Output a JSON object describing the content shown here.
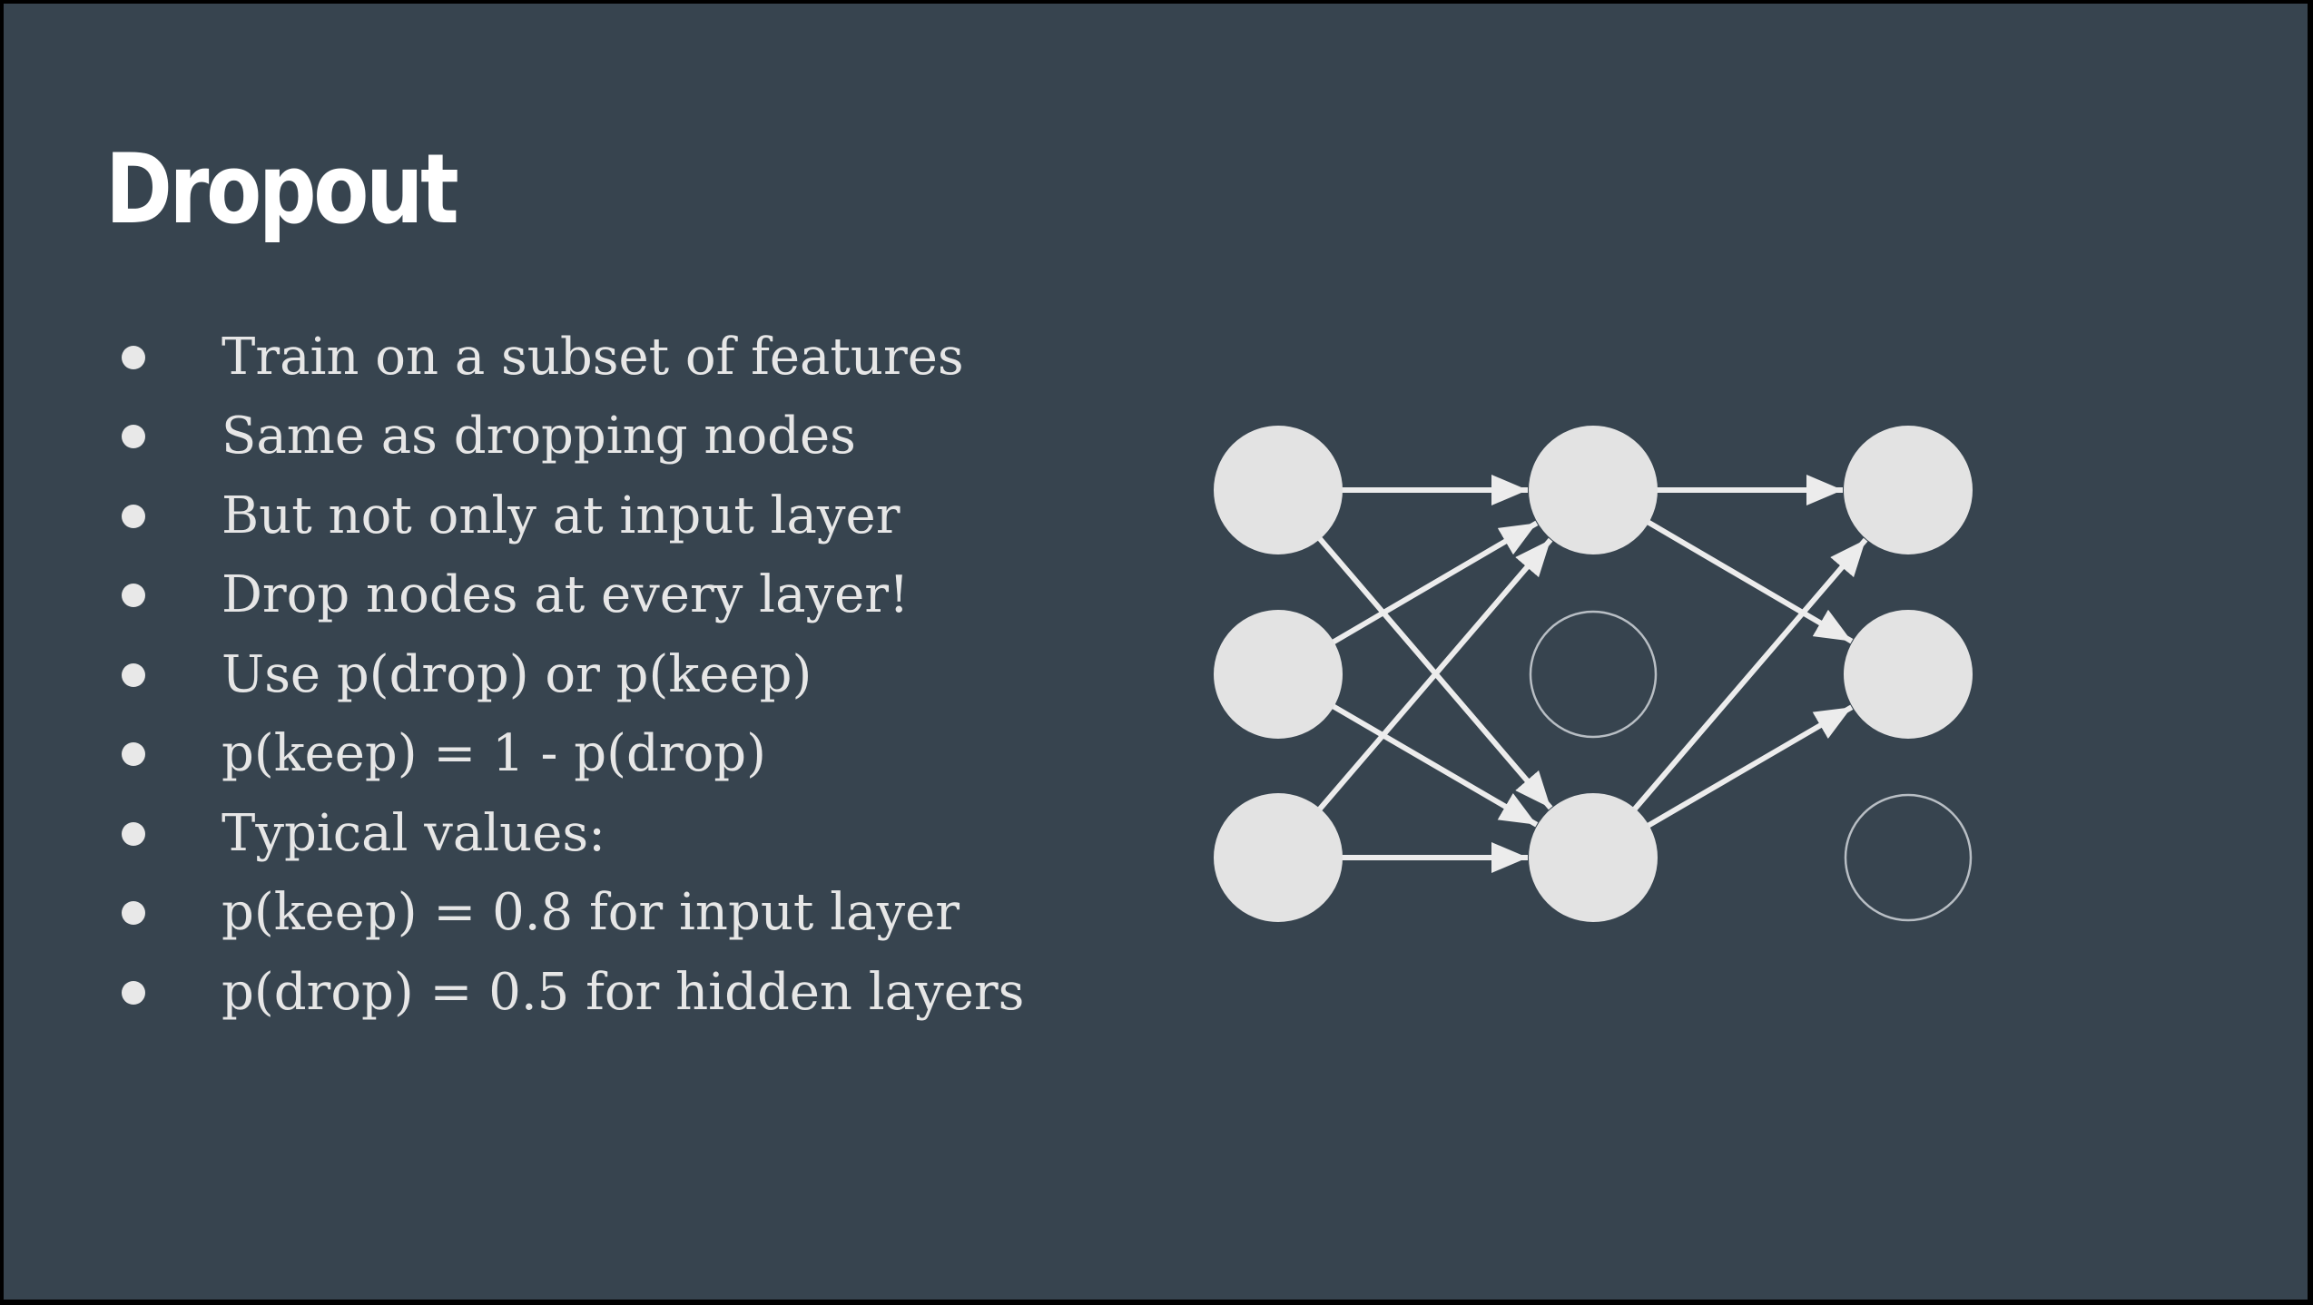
{
  "slide": {
    "title": "Dropout",
    "bullets": [
      "Train on a subset of features",
      "Same as dropping nodes",
      "But not only at input layer",
      "Drop nodes at every layer!",
      "Use p(drop) or p(keep)",
      "p(keep) = 1 - p(drop)",
      "Typical values:",
      "p(keep) = 0.8 for input layer",
      "p(drop) = 0.5 for hidden layers"
    ]
  },
  "network_diagram": {
    "layers": [
      {
        "nodes": [
          {
            "kept": true
          },
          {
            "kept": true
          },
          {
            "kept": true
          }
        ]
      },
      {
        "nodes": [
          {
            "kept": true
          },
          {
            "kept": false
          },
          {
            "kept": true
          }
        ]
      },
      {
        "nodes": [
          {
            "kept": true
          },
          {
            "kept": true
          },
          {
            "kept": false
          }
        ]
      }
    ],
    "colors": {
      "background": "#37444f",
      "node_fill": "#e3e3e3",
      "dropped_outline": "#b8bec4",
      "arrow": "#ececec",
      "text": "#e6e6e6",
      "title": "#ffffff"
    }
  }
}
